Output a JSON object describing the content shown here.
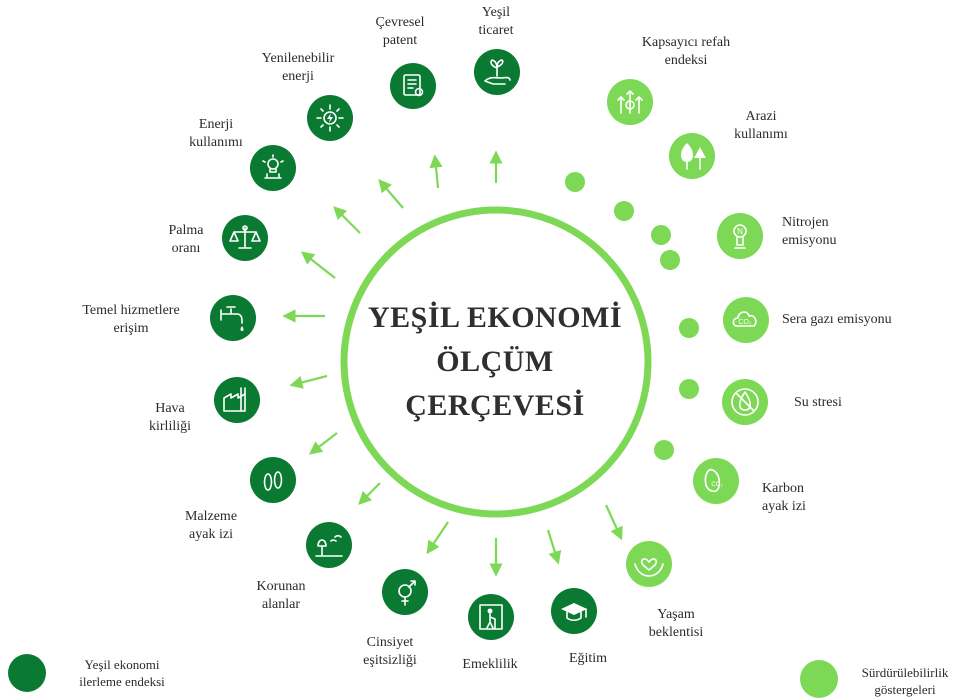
{
  "title": "YEŞİL EKONOMİ\nÖLÇÜM\nÇERÇEVESİ",
  "colors": {
    "dark_green": "#0a7a32",
    "light_green": "#7dd856",
    "ring": "#7dd856",
    "text": "#2b2b2b"
  },
  "dark_indicators": [
    {
      "label": "Çevresel\npatent",
      "icon": "certificate-icon"
    },
    {
      "label": "Yeşil\nticaret",
      "icon": "hand-plant-icon"
    },
    {
      "label": "Yenilenebilir\nenerji",
      "icon": "renewable-energy-icon"
    },
    {
      "label": "Enerji\nkullanımı",
      "icon": "energy-use-icon"
    },
    {
      "label": "Palma\noranı",
      "icon": "scales-icon"
    },
    {
      "label": "Temel hizmetlere\nerişim",
      "icon": "water-tap-icon"
    },
    {
      "label": "Hava\nkirliliği",
      "icon": "factory-icon"
    },
    {
      "label": "Malzeme\nayak izi",
      "icon": "footprint-icon"
    },
    {
      "label": "Korunan\nalanlar",
      "icon": "landscape-icon"
    },
    {
      "label": "Cinsiyet\neşitsizliği",
      "icon": "gender-icon"
    },
    {
      "label": "Emeklilik",
      "icon": "elderly-icon"
    },
    {
      "label": "Eğitim",
      "icon": "graduation-cap-icon"
    }
  ],
  "light_indicators": [
    {
      "label": "Kapsayıcı refah\nendeksi",
      "icon": "growth-icon"
    },
    {
      "label": "Arazi\nkullanımı",
      "icon": "trees-icon"
    },
    {
      "label": "Nitrojen\nemisyonu",
      "icon": "nitrogen-icon"
    },
    {
      "label": "Sera gazı emisyonu",
      "icon": "co2-cloud-icon"
    },
    {
      "label": "Su stresi",
      "icon": "water-drop-icon"
    },
    {
      "label": "Karbon\nayak izi",
      "icon": "carbon-footprint-icon"
    },
    {
      "label": "Yaşam\nbeklentisi",
      "icon": "heart-hands-icon"
    }
  ],
  "legend": {
    "dark_label": "Yeşil ekonomi\nilerleme endeksi",
    "light_label": "Sürdürülebilirlik\ngöstergeleri"
  }
}
